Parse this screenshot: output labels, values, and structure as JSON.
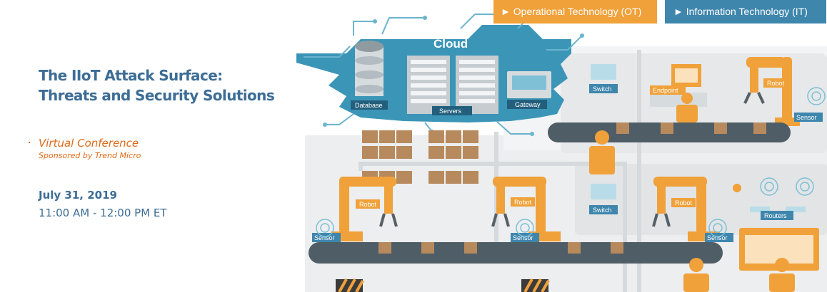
{
  "title": {
    "line1": "The IIoT Attack Surface:",
    "line2": "Threats and Security Solutions"
  },
  "event": {
    "type": "Virtual Conference",
    "sponsor": "Sponsored by Trend Micro",
    "date": "July 31, 2019",
    "time": "11:00 AM - 12:00 PM ET"
  },
  "legend": {
    "ot": "► Operational Technology (OT)",
    "it": "► Information Technology (IT)"
  },
  "labels": {
    "cloud": "Cloud",
    "database": "Database",
    "servers": "Servers",
    "gateway": "Gateway",
    "switch": "Switch",
    "endpoint": "Endpoint",
    "robot": "Robot",
    "sensor": "Sensor",
    "routers": "Routers"
  },
  "colors": {
    "ot": "#f0a13a",
    "it": "#3f86ad",
    "cloud": "#3b95b7",
    "title": "#3d6d96",
    "accent": "#e06a17"
  }
}
